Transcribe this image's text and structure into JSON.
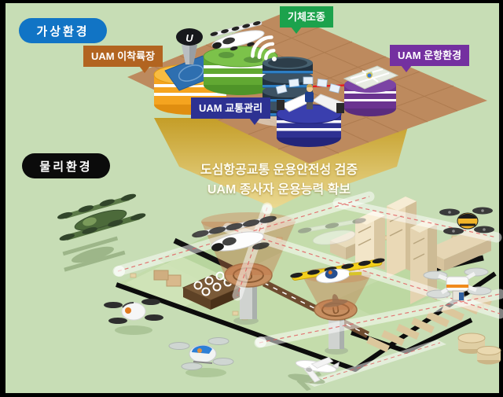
{
  "diagram": {
    "virtual_env_label": "가상환경",
    "physical_env_label": "물리환경",
    "callouts": {
      "aircraft_control": "기체조종",
      "uam_vertiport": "UAM 이착륙장",
      "uam_traffic_management": "UAM 교통관리",
      "uam_flight_environment": "UAM 운항환경"
    },
    "arrow_text": {
      "line1": "도심항공교통 운용안전성 검증",
      "line2": "UAM 종사자 운용능력 확보"
    },
    "marks": {
      "vertiport_u": "U"
    },
    "icons": [
      "wifi-icon"
    ],
    "colors": {
      "background_green": "#c7ddb5",
      "frame_black": "#000000",
      "virtual_pill_blue": "#1174c5",
      "physical_pill_black": "#0b0b0b",
      "callout_green": "#1ca24c",
      "callout_brown": "#b26420",
      "callout_blue": "#2d3192",
      "callout_purple": "#7430a0",
      "arrow_gold": "#c49a20",
      "grid_brown": "#bd8a5e",
      "platform_orange": "#f5a41f",
      "platform_green": "#61a832",
      "platform_blue": "#2e3192",
      "platform_purple": "#6a3390",
      "data_hub_dark": "#223240",
      "connector_red": "#e8171d"
    }
  }
}
